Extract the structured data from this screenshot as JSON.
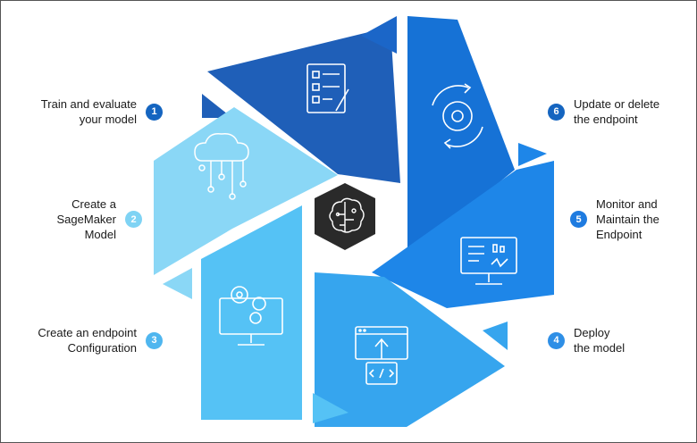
{
  "steps": [
    {
      "num": "1",
      "label": "Train and evaluate\nyour model",
      "color": "#1565c0",
      "icon": "checklist-icon"
    },
    {
      "num": "2",
      "label": "Create a\nSageMaker\nModel",
      "color": "#7fd3f4",
      "icon": "cloud-network-icon"
    },
    {
      "num": "3",
      "label": "Create an endpoint\nConfiguration",
      "color": "#4fb6ef",
      "icon": "monitor-gears-icon"
    },
    {
      "num": "4",
      "label": "Deploy\nthe model",
      "color": "#2e8fe6",
      "icon": "deploy-code-icon"
    },
    {
      "num": "5",
      "label": "Monitor and\nMaintain the\nEndpoint",
      "color": "#1e7be0",
      "icon": "dashboard-monitor-icon"
    },
    {
      "num": "6",
      "label": "Update or delete\nthe endpoint",
      "color": "#1565c0",
      "icon": "refresh-gear-icon"
    }
  ],
  "colors": {
    "segment1": "#1f5fb8",
    "segment6": "#1672d6",
    "segment5": "#1e86e8",
    "segment4": "#36a5ee",
    "segment3": "#55c2f5",
    "segment2": "#8ad7f6",
    "center": "#2a2a2a"
  },
  "center_icon": "brain-circuit-icon"
}
